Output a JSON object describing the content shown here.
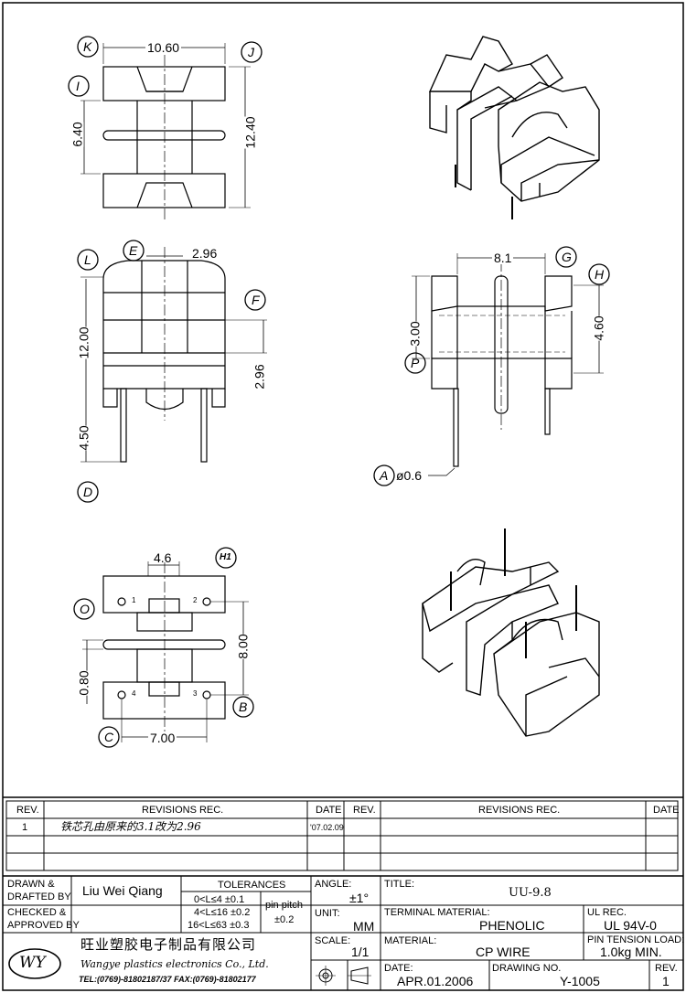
{
  "dimensions": {
    "top_width": "10.60",
    "top_height": "12.40",
    "top_gap": "6.40",
    "side_hole": "2.96",
    "side_height": "12.00",
    "side_offset": "2.96",
    "side_pin": "4.50",
    "front_width": "8.1",
    "front_left": "3.00",
    "front_right": "4.60",
    "pin_dia": "ø0.6",
    "bottom_width": "4.6",
    "bottom_height": "8.00",
    "bottom_gap": "0.80",
    "bottom_pitch": "7.00"
  },
  "callouts": {
    "k": "K",
    "j": "J",
    "i": "I",
    "e": "E",
    "l": "L",
    "f": "F",
    "d": "D",
    "g": "G",
    "h": "H",
    "p": "P",
    "a": "A",
    "h1": "H1",
    "o": "O",
    "b": "B",
    "c": "C"
  },
  "pins": {
    "p1": "1",
    "p2": "2",
    "p3": "3",
    "p4": "4"
  },
  "revisions": {
    "rev_header": "REV.",
    "rec_header": "REVISIONS   REC.",
    "date_header": "DATE",
    "rows": [
      {
        "rev": "1",
        "rec": "铁芯孔由原来的3.1改为2.96",
        "date": "'07.02.09"
      }
    ]
  },
  "title_block": {
    "drawn_label": "DRAWN &",
    "drafted_label": "DRAFTED BY",
    "drawn_by": "Liu Wei Qiang",
    "checked_label": "CHECKED &",
    "approved_label": "APPROVED BY",
    "tolerances_label": "TOLERANCES",
    "tol1": "0<L≤4   ±0.1",
    "tol2": "4<L≤16  ±0.2",
    "tol3": "16<L≤63  ±0.3",
    "pin_pitch_label": "pin pitch",
    "pin_pitch_value": "±0.2",
    "angle_label": "ANGLE:",
    "angle_value": "±1°",
    "unit_label": "UNIT:",
    "unit_value": "MM",
    "scale_label": "SCALE:",
    "scale_value": "1/1",
    "title_label": "TITLE:",
    "title_value": "UU-9.8",
    "terminal_label": "TERMINAL MATERIAL:",
    "terminal_value": "PHENOLIC",
    "ul_label": "UL REC.",
    "ul_value": "UL 94V-0",
    "material_label": "MATERIAL:",
    "material_value": "CP WIRE",
    "pin_tension_label": "PIN TENSION LOAD:",
    "pin_tension_value": "1.0kg MIN.",
    "date_label": "DATE:",
    "date_value": "APR.01.2006",
    "drawing_no_label": "DRAWING NO.",
    "drawing_no_value": "Y-1005",
    "rev_label": "REV.",
    "rev_value": "1",
    "company_cn": "旺业塑胶电子制品有限公司",
    "company_en": "Wangye plastics electronics Co., Ltd.",
    "company_tel": "TEL:(0769)-81802187/37   FAX:(0769)-81802177",
    "logo_text": "WY"
  }
}
